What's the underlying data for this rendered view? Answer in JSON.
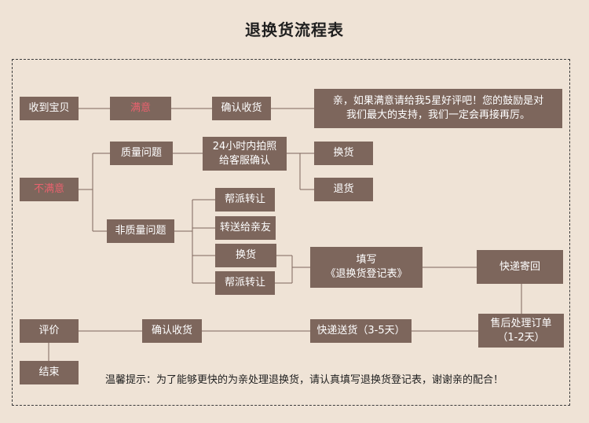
{
  "title": "退换货流程表",
  "nodes": {
    "received": "收到宝贝",
    "satisfied": "满意",
    "confirm_receipt_top": "确认收货",
    "satisfied_message": "亲，如果满意请给我5星好评吧！您的鼓励是对\n我们最大的支持，我们一定会再接再厉。",
    "unsatisfied": "不满意",
    "quality_issue": "质量问题",
    "photo_service": "24小时内拍照\n给客服确认",
    "exchange_1": "换货",
    "refund": "退货",
    "non_quality_issue": "非质量问题",
    "resell_1": "帮派转让",
    "transfer_friend": "转送给亲友",
    "exchange_2": "换货",
    "resell_2": "帮派转让",
    "fill_form": "填写\n《退换货登记表》",
    "express_return": "快递寄回",
    "review": "评价",
    "confirm_receipt_bottom": "确认收货",
    "express_ship": "快递送货（3-5天）",
    "after_sales": "售后处理订单\n（1-2天）",
    "end": "结束"
  },
  "note": "温馨提示：为了能够更快的为亲处理退换货，请认真填写退换货登记表，谢谢亲的配合！",
  "colors": {
    "background": "#efe3d6",
    "box": "#7d665c",
    "box_text": "#ffffff",
    "highlight_text": "#e8626e",
    "line": "#7d665c"
  }
}
